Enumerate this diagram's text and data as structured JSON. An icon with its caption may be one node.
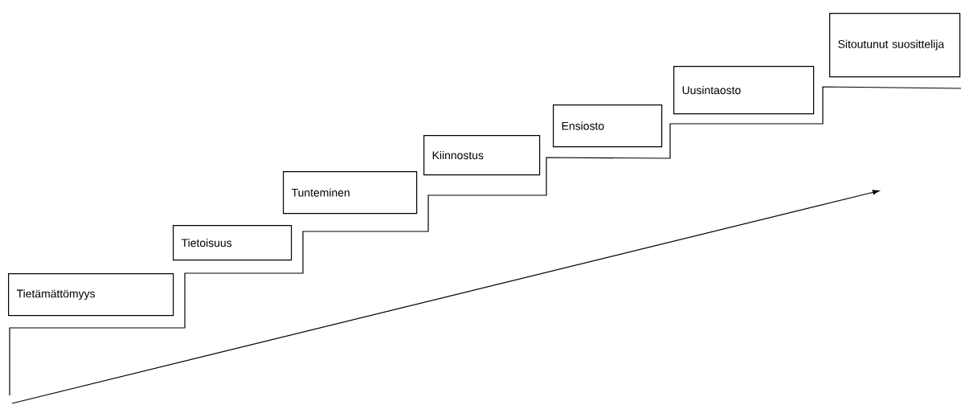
{
  "diagram": {
    "nodes": [
      {
        "text": [
          "Tietämättömyys"
        ]
      },
      {
        "text": [
          "Tietoisuus"
        ]
      },
      {
        "text": [
          "Tunteminen"
        ]
      },
      {
        "text": [
          "Kiinnostus"
        ]
      },
      {
        "text": [
          "Ensiosto"
        ]
      },
      {
        "text": [
          "Uusintaosto"
        ]
      },
      {
        "text": [
          "Sitoutunut suosittelija"
        ]
      }
    ]
  }
}
